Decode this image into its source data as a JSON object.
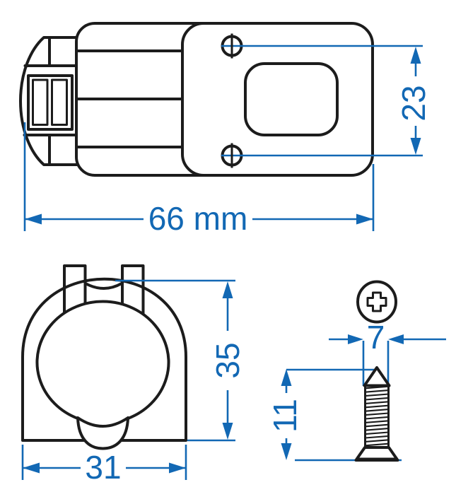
{
  "figure": {
    "kind": "technical-drawing",
    "colors": {
      "outline": "#1c1c1c",
      "dimension_blue": "#1268b4",
      "background": "#ffffff"
    },
    "views": {
      "side": {
        "name": "socket-side-view",
        "dims": {
          "overall_width": {
            "label": "66 mm",
            "value": 66,
            "unit": "mm"
          },
          "hole_spacing": {
            "label": "23",
            "value": 23
          }
        }
      },
      "front": {
        "name": "bracket-front-view",
        "dims": {
          "height": {
            "label": "35",
            "value": 35
          },
          "width": {
            "label": "31",
            "value": 31
          }
        }
      },
      "screw": {
        "name": "mounting-screw",
        "dims": {
          "head_diameter": {
            "label": "7",
            "value": 7
          },
          "length": {
            "label": "11",
            "value": 11
          }
        }
      }
    }
  }
}
